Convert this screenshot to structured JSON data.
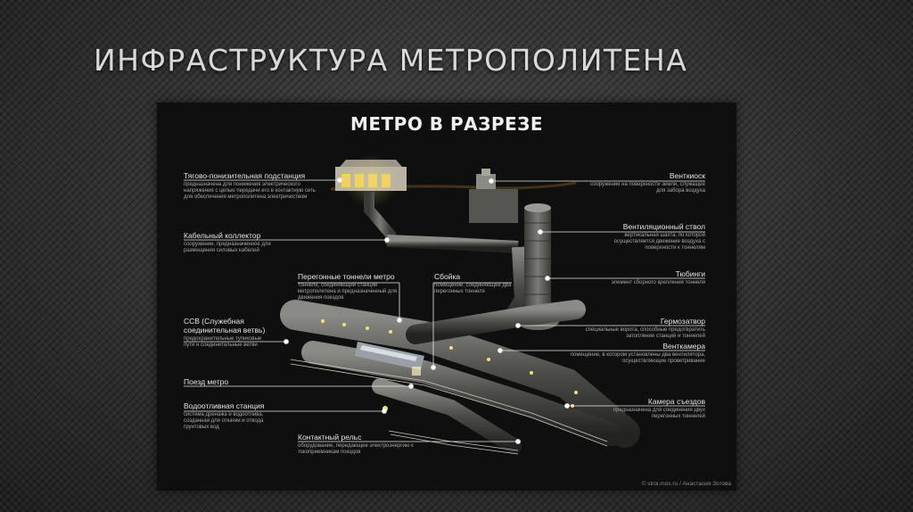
{
  "slide": {
    "title": "ИНФРАСТРУКТУРА МЕТРОПОЛИТЕНА"
  },
  "diagram": {
    "title": "МЕТРО В РАЗРЕЗЕ",
    "credit": "© stroi.mos.ru / Анастасия Зотова",
    "labels": {
      "substation": {
        "heading": "Тягово-понизительная подстанция",
        "desc": "предназначена для понижения электрического напряжения с целью передачи его в контактную сеть для обеспечения метрополитена электричеством"
      },
      "cable": {
        "heading": "Кабельный коллектор",
        "desc": "сооружение, предназначенное для размещения силовых кабелей"
      },
      "tunnels": {
        "heading": "Перегонные тоннели метро",
        "desc": "тоннели, соединяющий станции метрополитена и предназначенный для движения поездов"
      },
      "boyka": {
        "heading": "Сбойка",
        "desc": "помещение, соединяющее два перегонных тоннеля"
      },
      "ssv": {
        "heading": "ССВ (Служебная соединительная ветвь)",
        "desc": "предохранительные тупиковые пути и соединительные ветви"
      },
      "train": {
        "heading": "Поезд метро"
      },
      "pump": {
        "heading": "Водоотливная станция",
        "desc": "система дренажа и водоотлива, созданная для откачки и отвода грунтовых вод"
      },
      "rail": {
        "heading": "Контактный рельс",
        "desc": "оборудование, передающее электроэнергию к токоприемникам поездов"
      },
      "kiosk": {
        "heading": "Венткиоск",
        "desc": "сооружение на поверхности земли, служащее для забора воздуха"
      },
      "shaft": {
        "heading": "Вентиляционный ствол",
        "desc": "вертикальная шахта, по которой осуществляется движение воздуха с поверхности к тоннелям"
      },
      "tubing": {
        "heading": "Тюбинги",
        "desc": "элемент сборного крепления тоннеля"
      },
      "hermo": {
        "heading": "Гермозатвор",
        "desc": "специальные ворота, способные предотвратить затопление станций и тоннелей"
      },
      "ventchamber": {
        "heading": "Венткамера",
        "desc": "помещение, в котором установлены два вентилятора, осуществляющие проветривание"
      },
      "congress": {
        "heading": "Камера съездов",
        "desc": "предназначена для соединения двух перегонных тоннелей"
      }
    }
  }
}
